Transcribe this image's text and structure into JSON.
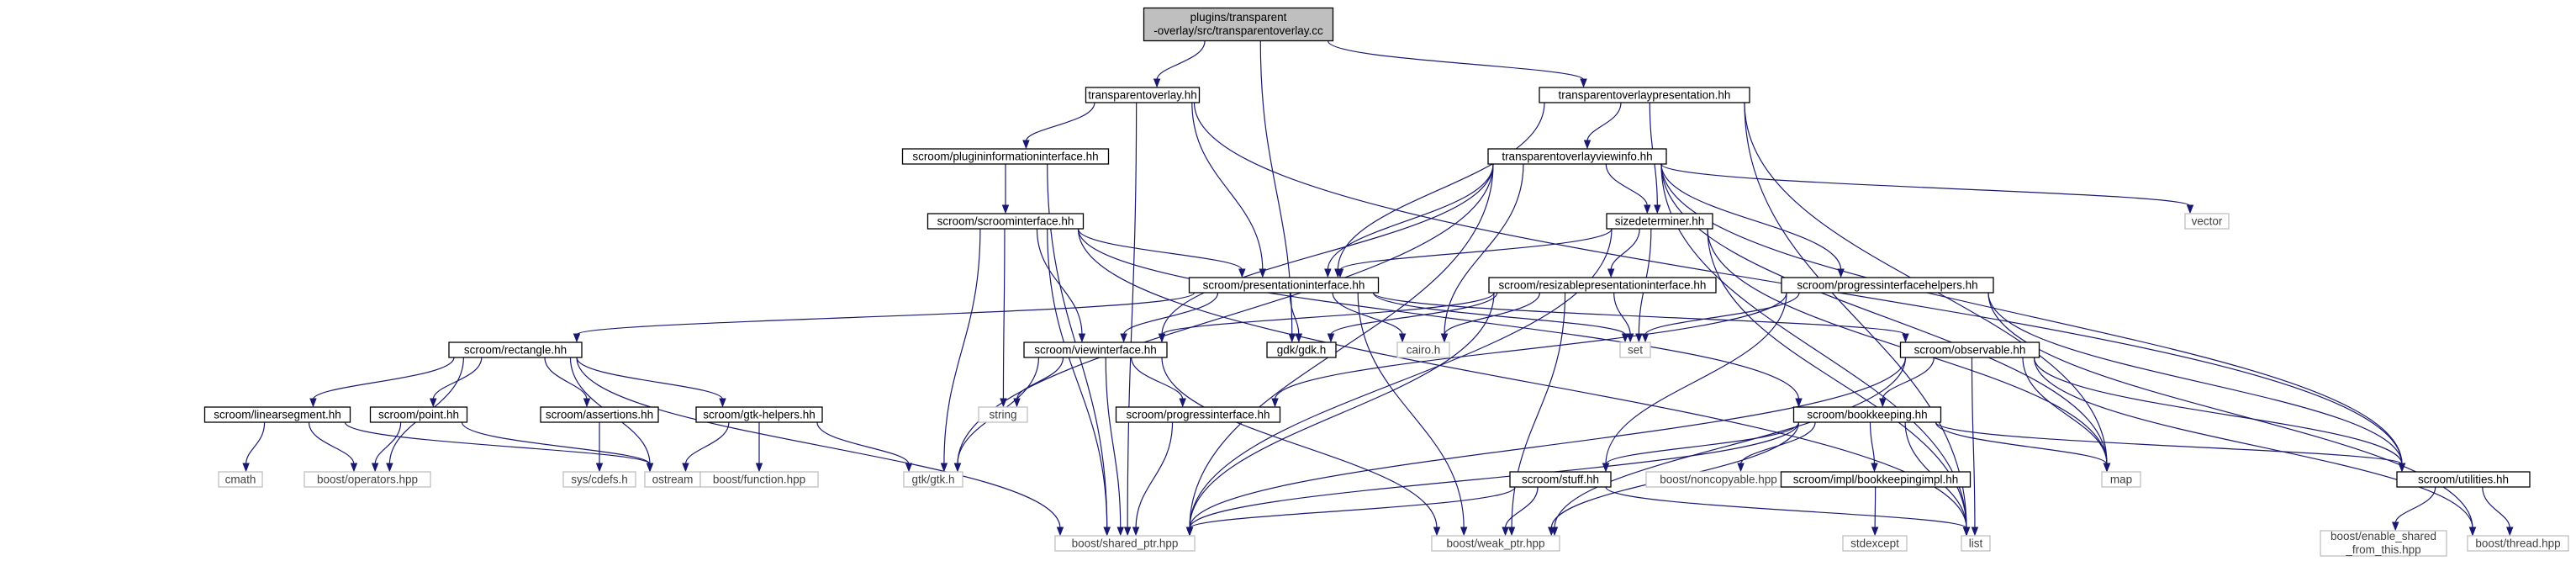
{
  "colors": {
    "edge": "#191970",
    "root_fill": "#bfbfbf",
    "node_border": "#000000",
    "system_header_border": "#bfbfbf",
    "system_header_text": "#3f3f3f"
  },
  "nodes": {
    "root": [
      "plugins/transparent",
      "-overlay/src/transparentoverlay.cc"
    ],
    "transparentoverlay_hh": "transparentoverlay.hh",
    "transparentoverlaypresentation_hh": "transparentoverlaypresentation.hh",
    "plugininformationinterface_hh": "scroom/plugininformationinterface.hh",
    "transparentoverlayviewinfo_hh": "transparentoverlayviewinfo.hh",
    "scroominterface_hh": "scroom/scroominterface.hh",
    "sizedeterminer_hh": "sizedeterminer.hh",
    "vector": "vector",
    "presentationinterface_hh": "scroom/presentationinterface.hh",
    "resizablepresentationinterface_hh": "scroom/resizablepresentationinterface.hh",
    "progressinterfacehelpers_hh": "scroom/progressinterfacehelpers.hh",
    "rectangle_hh": "scroom/rectangle.hh",
    "viewinterface_hh": "scroom/viewinterface.hh",
    "gdk_h": "gdk/gdk.h",
    "cairo_h": "cairo.h",
    "set": "set",
    "observable_hh": "scroom/observable.hh",
    "linearsegment_hh": "scroom/linearsegment.hh",
    "point_hh": "scroom/point.hh",
    "assertions_hh": "scroom/assertions.hh",
    "gtk_helpers_hh": "scroom/gtk-helpers.hh",
    "string": "string",
    "progressinterface_hh": "scroom/progressinterface.hh",
    "bookkeeping_hh": "scroom/bookkeeping.hh",
    "cmath": "cmath",
    "boost_operators_hpp": "boost/operators.hpp",
    "ostream": "ostream",
    "sys_cdefs_h": "sys/cdefs.h",
    "boost_function_hpp": "boost/function.hpp",
    "gtk_h": "gtk/gtk.h",
    "stuff_hh": "scroom/stuff.hh",
    "boost_noncopyable_hpp": "boost/noncopyable.hpp",
    "bookkeepingimpl_hh": "scroom/impl/bookkeepingimpl.hh",
    "map": "map",
    "utilities_hh": "scroom/utilities.hh",
    "boost_shared_ptr_hpp": "boost/shared_ptr.hpp",
    "boost_weak_ptr_hpp": "boost/weak_ptr.hpp",
    "stdexcept": "stdexcept",
    "list": "list",
    "boost_enable_shared_from_this_hpp": [
      "boost/enable_shared",
      "_from_this.hpp"
    ],
    "boost_thread_hpp": "boost/thread.hpp"
  },
  "edges": [
    [
      "root",
      "transparentoverlay_hh"
    ],
    [
      "root",
      "transparentoverlaypresentation_hh"
    ],
    [
      "root",
      "gdk_h"
    ],
    [
      "transparentoverlay_hh",
      "plugininformationinterface_hh"
    ],
    [
      "transparentoverlay_hh",
      "presentationinterface_hh"
    ],
    [
      "transparentoverlay_hh",
      "utilities_hh"
    ],
    [
      "transparentoverlay_hh",
      "boost_shared_ptr_hpp"
    ],
    [
      "transparentoverlaypresentation_hh",
      "transparentoverlayviewinfo_hh"
    ],
    [
      "transparentoverlaypresentation_hh",
      "sizedeterminer_hh"
    ],
    [
      "transparentoverlaypresentation_hh",
      "presentationinterface_hh"
    ],
    [
      "transparentoverlaypresentation_hh",
      "map"
    ],
    [
      "transparentoverlaypresentation_hh",
      "list"
    ],
    [
      "plugininformationinterface_hh",
      "scroominterface_hh"
    ],
    [
      "plugininformationinterface_hh",
      "boost_shared_ptr_hpp"
    ],
    [
      "transparentoverlayviewinfo_hh",
      "sizedeterminer_hh"
    ],
    [
      "transparentoverlayviewinfo_hh",
      "presentationinterface_hh"
    ],
    [
      "transparentoverlayviewinfo_hh",
      "viewinterface_hh"
    ],
    [
      "transparentoverlayviewinfo_hh",
      "progressinterfacehelpers_hh"
    ],
    [
      "transparentoverlayviewinfo_hh",
      "cairo_h"
    ],
    [
      "transparentoverlayviewinfo_hh",
      "vector"
    ],
    [
      "transparentoverlayviewinfo_hh",
      "map"
    ],
    [
      "transparentoverlayviewinfo_hh",
      "utilities_hh"
    ],
    [
      "transparentoverlayviewinfo_hh",
      "gtk_h"
    ],
    [
      "transparentoverlayviewinfo_hh",
      "list"
    ],
    [
      "transparentoverlayviewinfo_hh",
      "boost_shared_ptr_hpp"
    ],
    [
      "scroominterface_hh",
      "presentationinterface_hh"
    ],
    [
      "scroominterface_hh",
      "viewinterface_hh"
    ],
    [
      "scroominterface_hh",
      "bookkeeping_hh"
    ],
    [
      "scroominterface_hh",
      "string"
    ],
    [
      "scroominterface_hh",
      "gtk_h"
    ],
    [
      "scroominterface_hh",
      "list"
    ],
    [
      "scroominterface_hh",
      "boost_shared_ptr_hpp"
    ],
    [
      "sizedeterminer_hh",
      "presentationinterface_hh"
    ],
    [
      "sizedeterminer_hh",
      "resizablepresentationinterface_hh"
    ],
    [
      "sizedeterminer_hh",
      "set"
    ],
    [
      "sizedeterminer_hh",
      "map"
    ],
    [
      "sizedeterminer_hh",
      "list"
    ],
    [
      "sizedeterminer_hh",
      "boost_shared_ptr_hpp"
    ],
    [
      "presentationinterface_hh",
      "rectangle_hh"
    ],
    [
      "presentationinterface_hh",
      "viewinterface_hh"
    ],
    [
      "presentationinterface_hh",
      "gdk_h"
    ],
    [
      "presentationinterface_hh",
      "cairo_h"
    ],
    [
      "presentationinterface_hh",
      "set"
    ],
    [
      "presentationinterface_hh",
      "observable_hh"
    ],
    [
      "presentationinterface_hh",
      "boost_weak_ptr_hpp"
    ],
    [
      "resizablepresentationinterface_hh",
      "viewinterface_hh"
    ],
    [
      "resizablepresentationinterface_hh",
      "gdk_h"
    ],
    [
      "resizablepresentationinterface_hh",
      "cairo_h"
    ],
    [
      "resizablepresentationinterface_hh",
      "set"
    ],
    [
      "resizablepresentationinterface_hh",
      "boost_shared_ptr_hpp"
    ],
    [
      "resizablepresentationinterface_hh",
      "boost_weak_ptr_hpp"
    ],
    [
      "progressinterfacehelpers_hh",
      "progressinterface_hh"
    ],
    [
      "progressinterfacehelpers_hh",
      "set"
    ],
    [
      "progressinterfacehelpers_hh",
      "stuff_hh"
    ],
    [
      "progressinterfacehelpers_hh",
      "utilities_hh"
    ],
    [
      "progressinterfacehelpers_hh",
      "boost_thread_hpp"
    ],
    [
      "rectangle_hh",
      "linearsegment_hh"
    ],
    [
      "rectangle_hh",
      "point_hh"
    ],
    [
      "rectangle_hh",
      "assertions_hh"
    ],
    [
      "rectangle_hh",
      "gtk_helpers_hh"
    ],
    [
      "rectangle_hh",
      "ostream"
    ],
    [
      "rectangle_hh",
      "boost_operators_hpp"
    ],
    [
      "rectangle_hh",
      "boost_shared_ptr_hpp"
    ],
    [
      "viewinterface_hh",
      "progressinterface_hh"
    ],
    [
      "viewinterface_hh",
      "string"
    ],
    [
      "viewinterface_hh",
      "gtk_h"
    ],
    [
      "viewinterface_hh",
      "boost_shared_ptr_hpp"
    ],
    [
      "viewinterface_hh",
      "boost_weak_ptr_hpp"
    ],
    [
      "observable_hh",
      "bookkeeping_hh"
    ],
    [
      "observable_hh",
      "map"
    ],
    [
      "observable_hh",
      "utilities_hh"
    ],
    [
      "observable_hh",
      "list"
    ],
    [
      "observable_hh",
      "boost_shared_ptr_hpp"
    ],
    [
      "observable_hh",
      "boost_weak_ptr_hpp"
    ],
    [
      "observable_hh",
      "boost_thread_hpp"
    ],
    [
      "linearsegment_hh",
      "cmath"
    ],
    [
      "linearsegment_hh",
      "boost_operators_hpp"
    ],
    [
      "linearsegment_hh",
      "ostream"
    ],
    [
      "point_hh",
      "boost_operators_hpp"
    ],
    [
      "point_hh",
      "ostream"
    ],
    [
      "assertions_hh",
      "sys_cdefs_h"
    ],
    [
      "gtk_helpers_hh",
      "boost_function_hpp"
    ],
    [
      "gtk_helpers_hh",
      "gtk_h"
    ],
    [
      "gtk_helpers_hh",
      "ostream"
    ],
    [
      "progressinterface_hh",
      "boost_shared_ptr_hpp"
    ],
    [
      "bookkeeping_hh",
      "stuff_hh"
    ],
    [
      "bookkeeping_hh",
      "boost_noncopyable_hpp"
    ],
    [
      "bookkeeping_hh",
      "bookkeepingimpl_hh"
    ],
    [
      "bookkeeping_hh",
      "map"
    ],
    [
      "bookkeeping_hh",
      "utilities_hh"
    ],
    [
      "bookkeeping_hh",
      "list"
    ],
    [
      "bookkeeping_hh",
      "boost_shared_ptr_hpp"
    ],
    [
      "bookkeeping_hh",
      "boost_weak_ptr_hpp"
    ],
    [
      "stuff_hh",
      "boost_shared_ptr_hpp"
    ],
    [
      "stuff_hh",
      "boost_weak_ptr_hpp"
    ],
    [
      "stuff_hh",
      "list"
    ],
    [
      "bookkeepingimpl_hh",
      "stdexcept"
    ],
    [
      "utilities_hh",
      "boost_enable_shared_from_this_hpp"
    ],
    [
      "utilities_hh",
      "boost_thread_hpp"
    ]
  ]
}
